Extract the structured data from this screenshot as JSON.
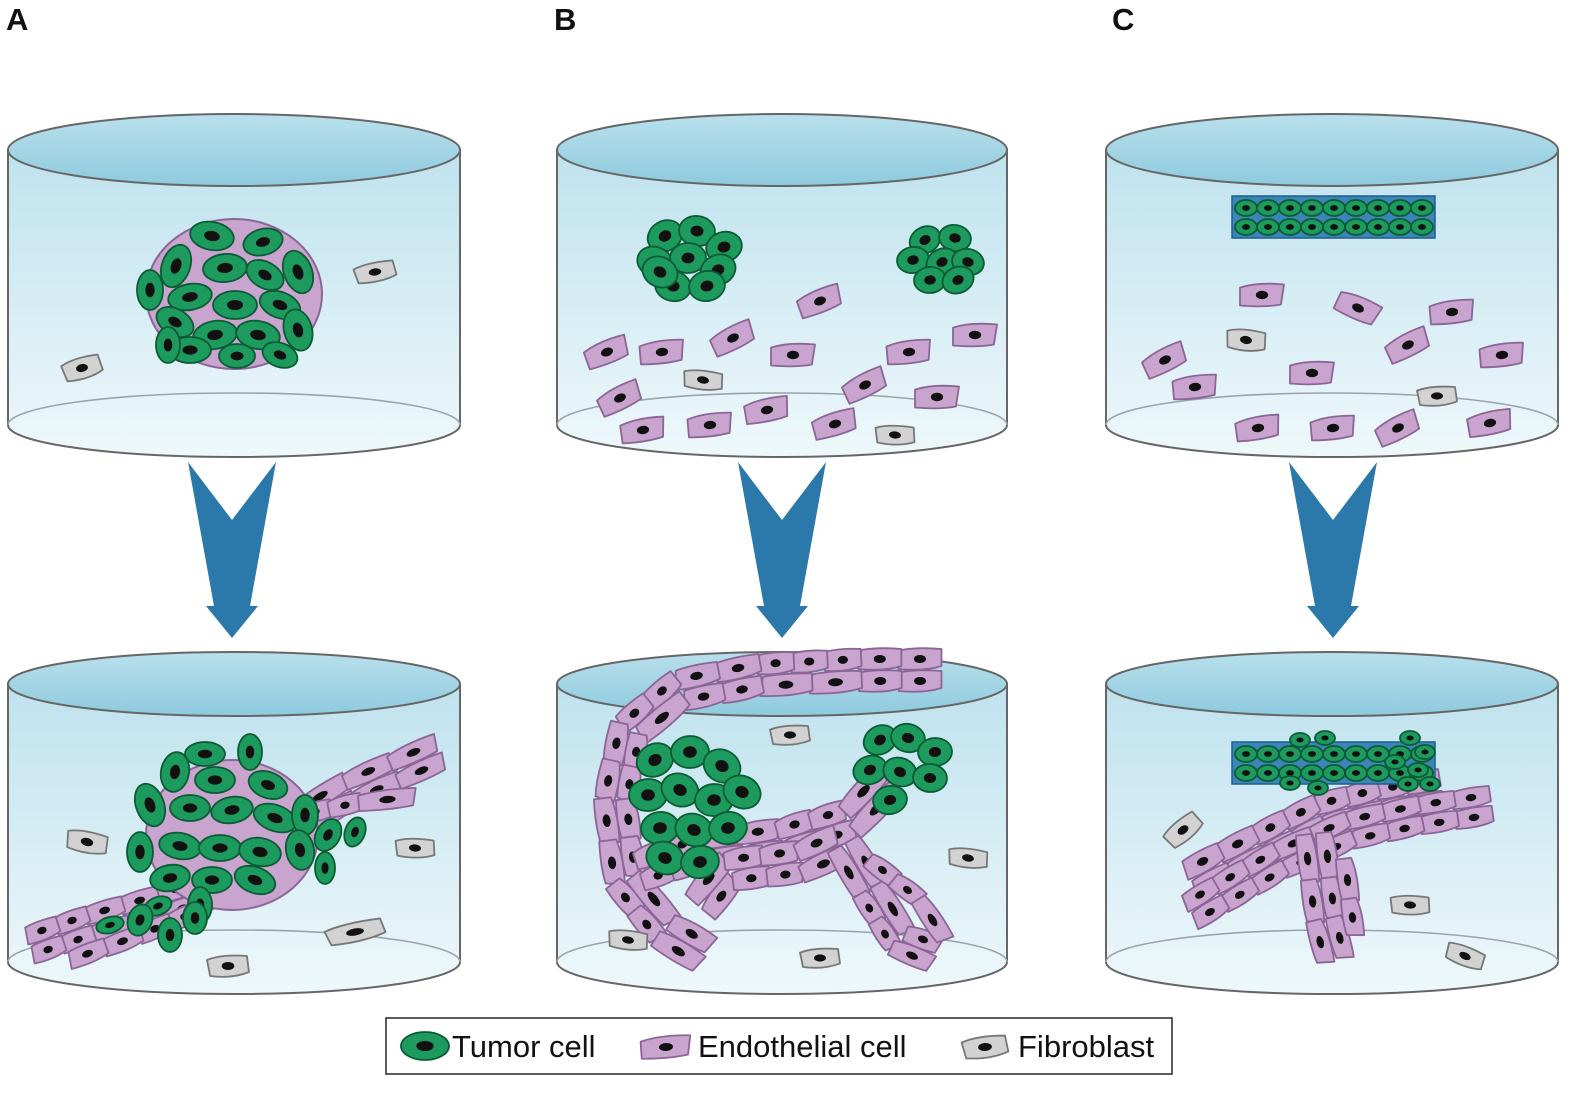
{
  "panels": [
    {
      "letter": "A"
    },
    {
      "letter": "B"
    },
    {
      "letter": "C"
    }
  ],
  "legend": {
    "items": [
      {
        "label": "Tumor cell",
        "icon": "tumor-cell-icon"
      },
      {
        "label": "Endothelial cell",
        "icon": "endothelial-cell-icon"
      },
      {
        "label": "Fibroblast",
        "icon": "fibroblast-icon"
      }
    ]
  },
  "colors": {
    "tumor_fill": "#1d9a5d",
    "tumor_stroke": "#0b5b34",
    "endothelial_fill": "#c9a4cf",
    "endothelial_stroke": "#8a6596",
    "fibroblast_fill": "#d2d2d2",
    "fibroblast_stroke": "#777777",
    "nucleus": "#111111",
    "dish_top": "#9fd3e5",
    "dish_body_top": "#bfe2ee",
    "dish_body_bottom": "#eef8fb",
    "arrow": "#2b78aa"
  }
}
